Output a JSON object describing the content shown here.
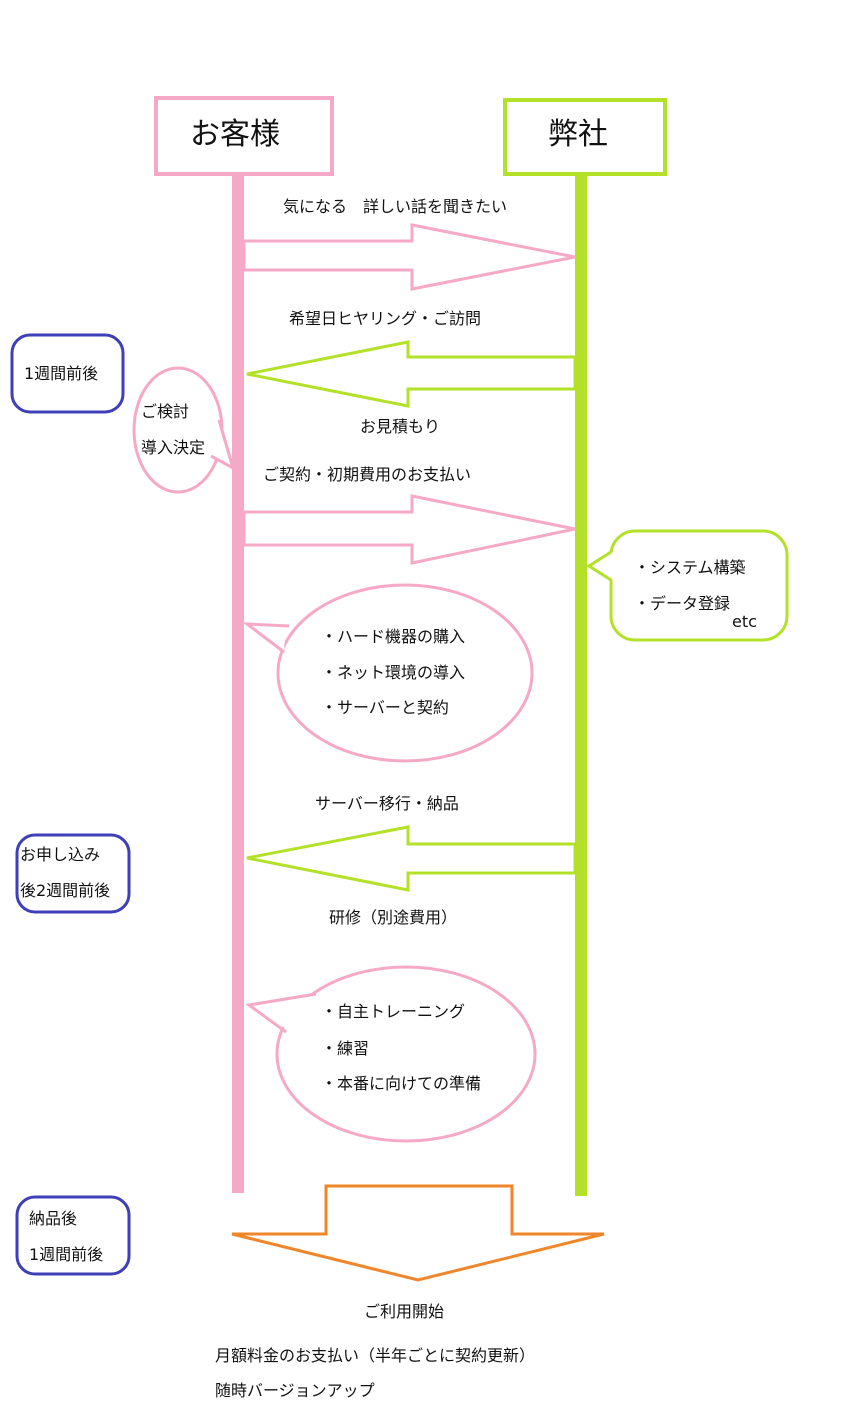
{
  "customer_label": "お客様",
  "company_label": "弊社",
  "steps": {
    "interest": "気になる　詳しい話を聞きたい",
    "hearing": "希望日ヒヤリング・ご訪問",
    "estimate": "お見積もり",
    "contract": "ご契約・初期費用のお支払い",
    "migration": "サーバー移行・納品",
    "training": "研修（別途費用）"
  },
  "customer_review": [
    "ご検討",
    "導入決定"
  ],
  "company_tasks": [
    "・システム構築",
    "・データ登録",
    "etc"
  ],
  "customer_prep": [
    "・ハード機器の購入",
    "・ネット環境の導入",
    "・サーバーと契約"
  ],
  "customer_practice": [
    "・自主トレーニング",
    "・練習",
    "・本番に向けての準備"
  ],
  "timeline": {
    "one_week": "1週間前後",
    "after_apply": [
      "お申し込み",
      "後2週間前後"
    ],
    "after_delivery": [
      "納品後",
      "1週間前後"
    ]
  },
  "start": {
    "label": "ご利用開始",
    "payment": "月額料金のお支払い（半年ごとに契約更新）",
    "upgrade": "随時バージョンアップ"
  },
  "colors": {
    "customer": "#f5a9c6",
    "company": "#b3e128",
    "timeline": "#3f3fb8",
    "start_arrow": "#f0862a"
  }
}
